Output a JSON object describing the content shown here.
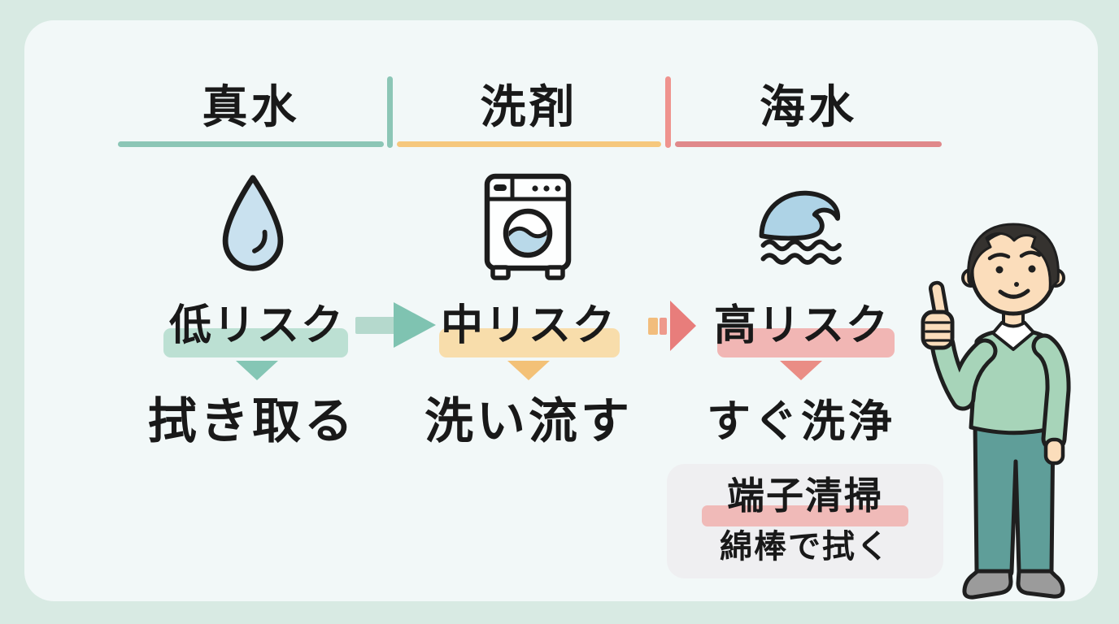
{
  "background": {
    "frame_color": "#d8eae3",
    "card_color": "#f2f8f8"
  },
  "columns": [
    {
      "header": "真水",
      "icon": "water-drop-icon",
      "risk_label": "低リスク",
      "action_label": "拭き取る",
      "accent_color": "#8cc6b6",
      "highlight_color": "#bce0d3",
      "triangle_color": "#85c6b5"
    },
    {
      "header": "洗剤",
      "icon": "washing-machine-icon",
      "risk_label": "中リスク",
      "action_label": "洗い流す",
      "accent_color": "#f6c87e",
      "highlight_color": "#f8ddab",
      "triangle_color": "#f3c177"
    },
    {
      "header": "海水",
      "icon": "ocean-wave-icon",
      "risk_label": "高リスク",
      "action_label": "すぐ洗浄",
      "accent_color": "#e0898b",
      "highlight_color": "#f1b6b4",
      "triangle_color": "#ea8d85"
    }
  ],
  "arrows": [
    {
      "from": "真水",
      "to": "洗剤",
      "style": "solid",
      "color": "#7fc3b1"
    },
    {
      "from": "洗剤",
      "to": "海水",
      "style": "dashed",
      "color": "#e87d7b"
    }
  ],
  "note_box": {
    "title": "端子清掃",
    "subtitle": "綿棒で拭く",
    "background": "#efeff1",
    "title_highlight_color": "#f0bab8"
  },
  "character": {
    "name": "thumbs-up-man",
    "sweater_color": "#a7d4b9",
    "pants_color": "#5f9e99",
    "shoe_color": "#9b9b9b"
  }
}
